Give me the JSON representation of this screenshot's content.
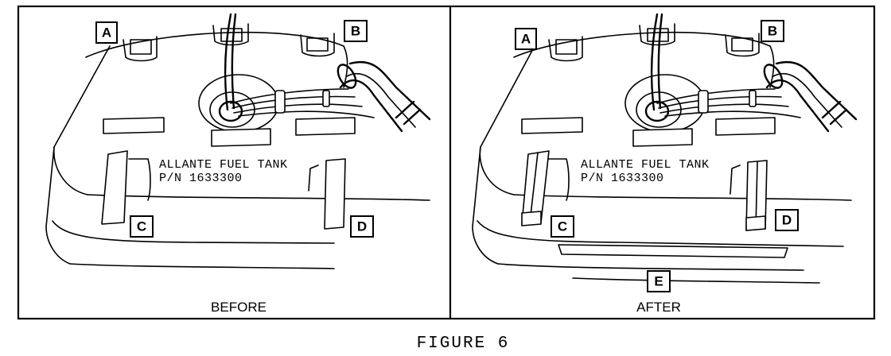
{
  "labels": {
    "a": "A",
    "b": "B",
    "c": "C",
    "d": "D",
    "e": "E"
  },
  "tank_marking": {
    "line1": "ALLANTE FUEL TANK",
    "line2": "P/N 1633300"
  },
  "panels": {
    "before_caption": "BEFORE",
    "after_caption": "AFTER"
  },
  "figure_caption": "FIGURE 6"
}
